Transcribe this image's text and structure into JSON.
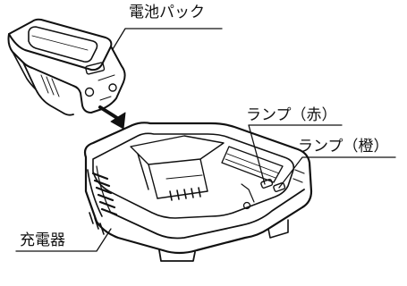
{
  "labels": {
    "battery_pack": "電池パック",
    "lamp_red": "ランプ（赤）",
    "lamp_orange": "ランプ（橙）",
    "charger": "充電器"
  },
  "colors": {
    "line": "#111111",
    "background": "#ffffff"
  }
}
